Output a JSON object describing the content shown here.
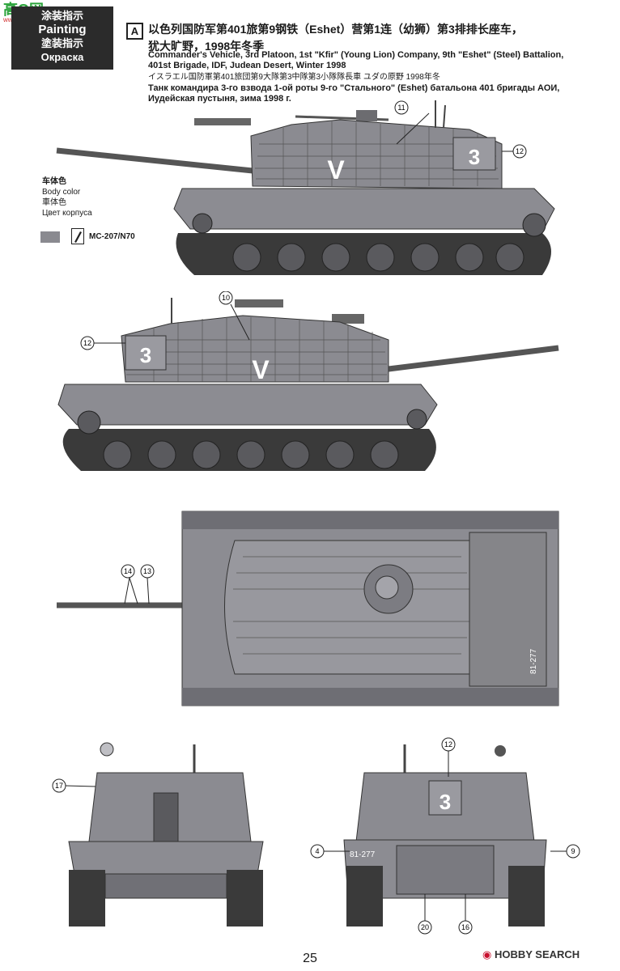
{
  "watermark": {
    "main": "高G网",
    "sub": "www.gaoG.com"
  },
  "section_tag": {
    "cn": "涂装指示",
    "en": "Painting",
    "jp": "塗装指示",
    "ru": "Окраска"
  },
  "variant": {
    "letter": "A",
    "title_cn_line1": "以色列国防军第401旅第9钢铁（Eshet）营第1连（幼狮）第3排排长座车，",
    "title_cn_line2": "犹大旷野，1998年冬季",
    "title_en": "Commander's Vehicle, 3rd Platoon, 1st \"Kfir\" (Young Lion) Company, 9th \"Eshet\" (Steel) Battalion, 401st Brigade, IDF, Judean Desert, Winter 1998",
    "title_jp": "イスラエル国防軍第401旅団第9大隊第3中隊第3小隊隊長車 ユダの原野 1998年冬",
    "title_ru": "Танк командира 3-го взвода 1-ой роты 9-го \"Стального\" (Eshet) батальона 401 бригады АОИ, Иудейская пустыня, зима 1998 г."
  },
  "legend": {
    "cn": "车体色",
    "en": "Body color",
    "jp": "車体色",
    "ru": "Цвет корпуса",
    "paint_code": "MC-207/N70",
    "swatch_color": "#8a8a90"
  },
  "markings": {
    "turret_number": "3",
    "chevron": "V",
    "plate": "81-277"
  },
  "callouts": [
    "11",
    "12",
    "10",
    "12",
    "14",
    "13",
    "17",
    "12",
    "4",
    "9",
    "20",
    "16"
  ],
  "page_number": "25",
  "footer_logo": "HOBBY SEARCH"
}
